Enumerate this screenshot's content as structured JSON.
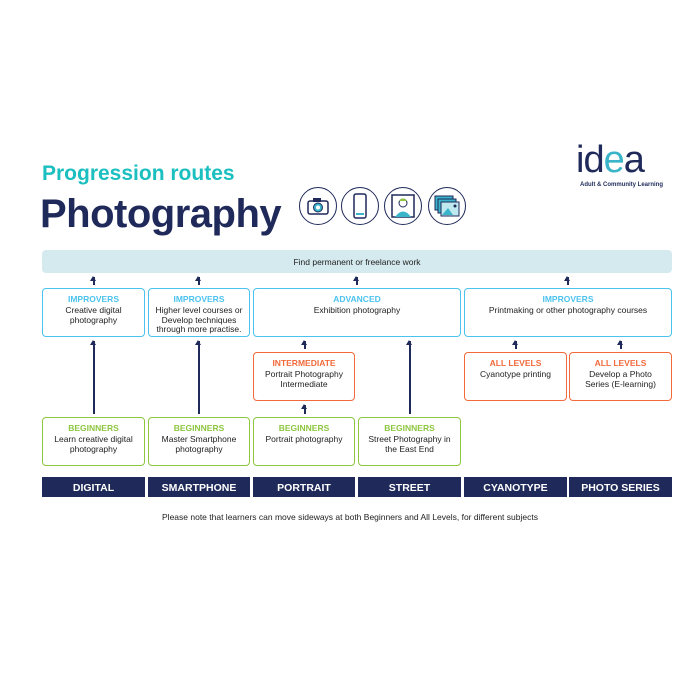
{
  "header": {
    "subtitle": "Progression routes",
    "title": "Photography",
    "logo_text": "idea",
    "logo_tagline": "Adult & Community Learning"
  },
  "icons": [
    "camera-icon",
    "smartphone-icon",
    "portrait-icon",
    "photo-series-icon"
  ],
  "top_bar": "Find permanent or freelance work",
  "upper": [
    {
      "level": "IMPROVERS",
      "text": "Creative digital photography"
    },
    {
      "level": "IMPROVERS",
      "text": "Higher level courses or Develop techniques through more practise."
    },
    {
      "level": "ADVANCED",
      "text": "Exhibition photography"
    },
    {
      "level": "IMPROVERS",
      "text": "Printmaking or other photography courses"
    }
  ],
  "middle": [
    {
      "level": "INTERMEDIATE",
      "text": "Portrait Photography Intermediate"
    },
    {
      "level": "ALL LEVELS",
      "text": "Cyanotype printing"
    },
    {
      "level": "ALL LEVELS",
      "text": "Develop a Photo Series (E-learning)"
    }
  ],
  "beginners": [
    {
      "level": "BEGINNERS",
      "text": "Learn creative digital photography"
    },
    {
      "level": "BEGINNERS",
      "text": "Master Smartphone photography"
    },
    {
      "level": "BEGINNERS",
      "text": "Portrait photography"
    },
    {
      "level": "BEGINNERS",
      "text": "Street Photography in the East End"
    }
  ],
  "columns": [
    "DIGITAL",
    "SMARTPHONE",
    "PORTRAIT",
    "STREET",
    "CYANOTYPE",
    "PHOTO SERIES"
  ],
  "note": "Please note that learners can move sideways at both Beginners and All Levels, for different subjects"
}
